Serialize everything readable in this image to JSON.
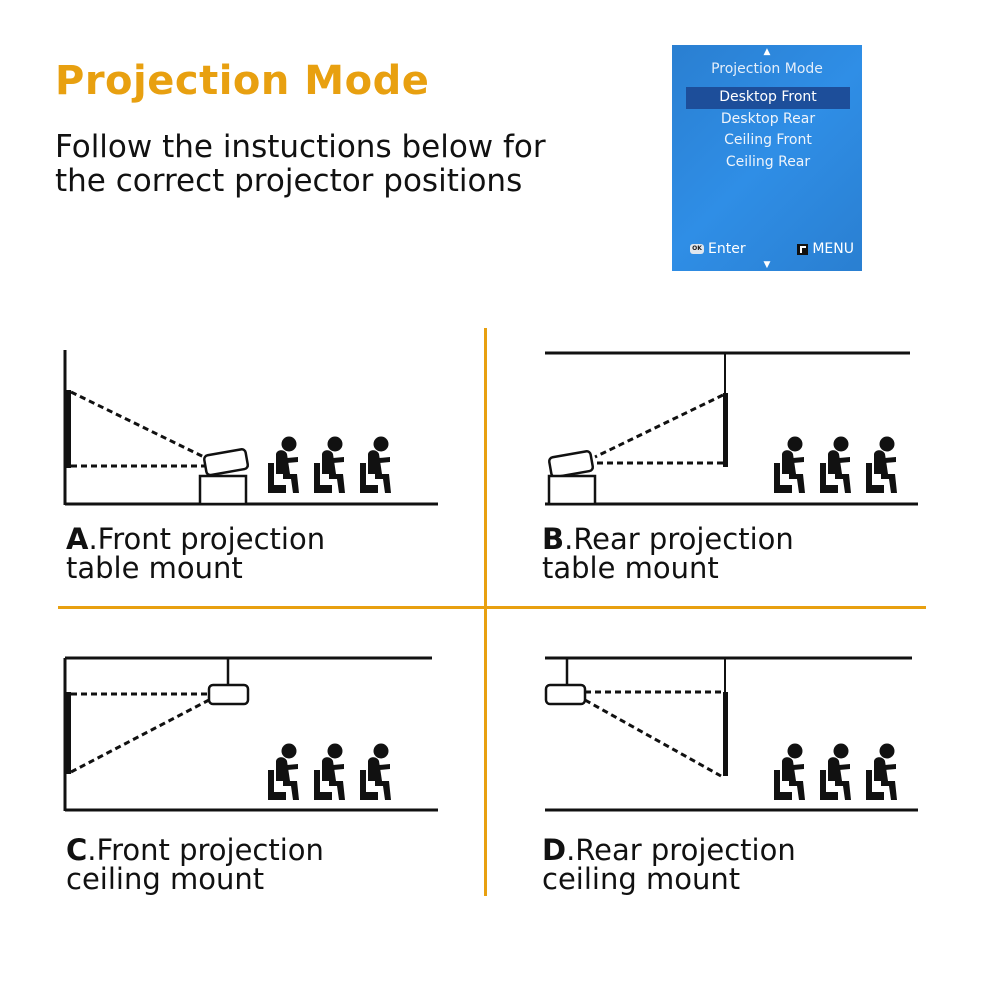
{
  "header": {
    "title": "Projection Mode",
    "subtitle_line1": "Follow the instuctions below for",
    "subtitle_line2": "the correct projector positions"
  },
  "osd_menu": {
    "title": "Projection Mode",
    "items": [
      "Desktop Front",
      "Desktop Rear",
      "Ceiling Front",
      "Ceiling Rear"
    ],
    "selected": "Desktop Front",
    "enter_label": "Enter",
    "menu_label": "MENU",
    "ok_icon_text": "OK",
    "background_color": "#2a7fd1",
    "highlight_color": "#1d4e9a"
  },
  "panels": [
    {
      "letter": "A",
      "line1": ".Front projection",
      "line2": "table mount"
    },
    {
      "letter": "B",
      "line1": ".Rear projection",
      "line2": "table mount"
    },
    {
      "letter": "C",
      "line1": ".Front projection",
      "line2": "ceiling mount"
    },
    {
      "letter": "D",
      "line1": ".Rear projection",
      "line2": "ceiling mount"
    }
  ],
  "colors": {
    "accent": "#e8a010",
    "text": "#111111"
  }
}
